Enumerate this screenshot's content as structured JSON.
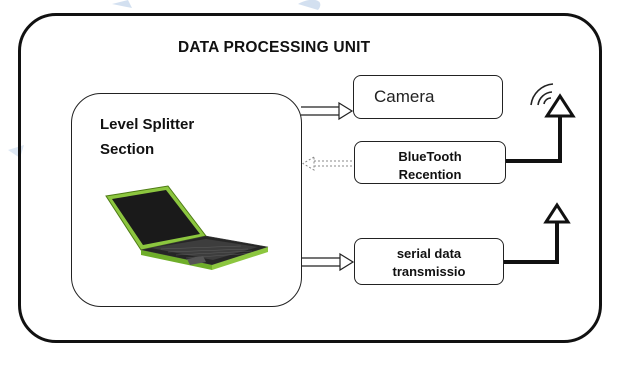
{
  "diagram": {
    "title": "DATA PROCESSING UNIT",
    "splitter": {
      "label_line1": "Level Splitter",
      "label_line2": "Section"
    },
    "modules": {
      "camera": "Camera",
      "bluetooth_line1": "BlueTooth",
      "bluetooth_line2": "Recention",
      "serial_line1": "serial data",
      "serial_line2": "transmissio"
    },
    "icons": [
      "laptop-icon",
      "wireless-signal-icon",
      "antenna-icon"
    ],
    "colors": {
      "laptop_body": "#8cc63f",
      "laptop_screen": "#1a1a1a",
      "watermark": "#c8d8ec"
    }
  }
}
